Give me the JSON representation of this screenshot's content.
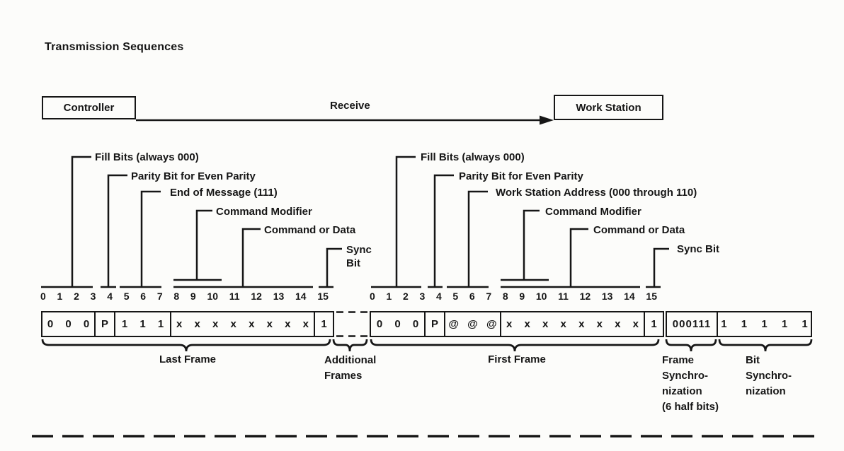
{
  "title": "Transmission Sequences",
  "flow": {
    "controller": "Controller",
    "receive": "Receive",
    "work_station": "Work Station"
  },
  "bit_numbers": [
    "0",
    "1",
    "2",
    "3",
    "4",
    "5",
    "6",
    "7",
    "8",
    "9",
    "10",
    "11",
    "12",
    "13",
    "14",
    "15"
  ],
  "last_frame": {
    "callouts": {
      "fill_bits": "Fill Bits (always 000)",
      "parity_bit": "Parity Bit for Even Parity",
      "end_of_message": "End of Message (111)",
      "command_modifier": "Command Modifier",
      "command_or_data": "Command or Data",
      "sync_bit_line1": "Sync",
      "sync_bit_line2": "Bit"
    },
    "cells": {
      "fill_bits": "0 0 0",
      "parity": "P",
      "end_of_message": "1 1 1",
      "command_or_data": "x x x x x x x x",
      "sync": "1"
    },
    "caption": "Last Frame"
  },
  "additional_frames": {
    "caption_line1": "Additional",
    "caption_line2": "Frames"
  },
  "first_frame": {
    "callouts": {
      "fill_bits": "Fill Bits (always 000)",
      "parity_bit": "Parity Bit for Even Parity",
      "work_station_address": "Work Station Address (000 through 110)",
      "command_modifier": "Command Modifier",
      "command_or_data": "Command or Data",
      "sync_bit": "Sync Bit"
    },
    "cells": {
      "fill_bits": "0 0 0",
      "parity": "P",
      "address": "@ @ @",
      "command_or_data": "x x x x x x x x",
      "sync": "1"
    },
    "caption": "First Frame"
  },
  "frame_sync": {
    "value": "000111",
    "caption_line1": "Frame",
    "caption_line2": "Synchro-",
    "caption_line3": "nization",
    "caption_line4": "(6 half bits)"
  },
  "bit_sync": {
    "value": "1 1 1 1 1",
    "caption_line1": "Bit",
    "caption_line2": "Synchro-",
    "caption_line3": "nization"
  },
  "colors": {
    "ink": "#161616",
    "paper": "#fcfcfa"
  }
}
